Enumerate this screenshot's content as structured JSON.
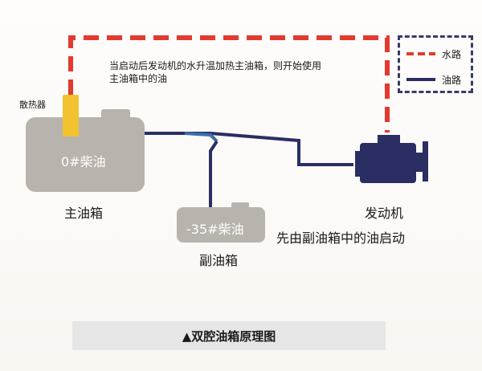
{
  "diagram": {
    "note": "当启动后发动机的水升温加热主油箱，则开始使用\n主油箱中的油",
    "radiator_label": "散热器",
    "main_tank": {
      "content": "0#柴油",
      "label": "主油箱"
    },
    "sub_tank": {
      "content": "-35#柴油",
      "label": "副油箱"
    },
    "engine": {
      "label": "发动机",
      "note": "先由副油箱中的油启动"
    },
    "legend": [
      {
        "name": "水路",
        "style": "dashed",
        "color": "#e23a2e"
      },
      {
        "name": "油路",
        "style": "solid",
        "color": "#2b2e63"
      }
    ],
    "caption": "▲双腔油箱原理图"
  },
  "colors": {
    "water_path": "#e23a2e",
    "oil_path": "#2b2e63",
    "tank_fill": "#b8b3ad",
    "radiator": "#f2c230",
    "engine": "#2b2e63",
    "junction": "#3a6ea8"
  }
}
